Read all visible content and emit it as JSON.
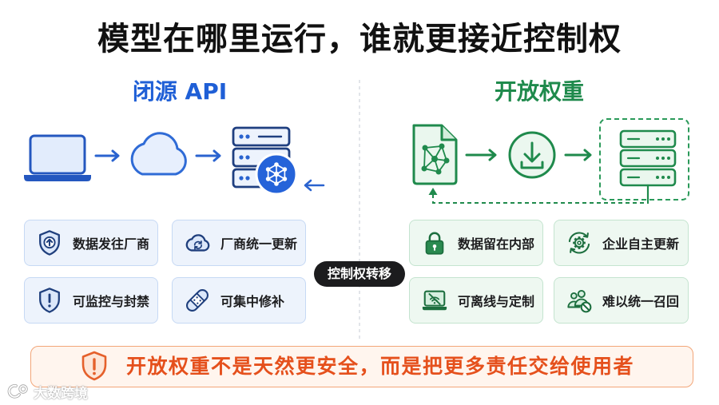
{
  "title": "模型在哪里运行，谁就更接近控制权",
  "left": {
    "heading": "闭源 API",
    "flow_icons": [
      "laptop-icon",
      "arrow-right-icon",
      "cloud-icon",
      "arrow-right-icon",
      "server-icon",
      "network-model-icon",
      "arrow-left-icon"
    ],
    "cards": [
      {
        "icon": "shield-up-arrow-icon",
        "label": "数据发往厂商"
      },
      {
        "icon": "cloud-sync-icon",
        "label": "厂商统一更新"
      },
      {
        "icon": "shield-alert-icon",
        "label": "可监控与封禁"
      },
      {
        "icon": "bandage-icon",
        "label": "可集中修补"
      }
    ]
  },
  "right": {
    "heading": "开放权重",
    "flow_icons": [
      "model-file-icon",
      "arrow-right-icon",
      "download-icon",
      "arrow-right-icon",
      "server-icon",
      "loop-back-arrow-icon"
    ],
    "cards": [
      {
        "icon": "lock-icon",
        "label": "数据留在内部"
      },
      {
        "icon": "gear-refresh-icon",
        "label": "企业自主更新"
      },
      {
        "icon": "laptop-offline-icon",
        "label": "可离线与定制"
      },
      {
        "icon": "people-blocked-icon",
        "label": "难以统一召回"
      }
    ]
  },
  "center_badge": "控制权转移",
  "banner": {
    "icon": "warning-shield-icon",
    "text": "开放权重不是天然更安全，而是把更多责任交给使用者"
  },
  "watermark": "大数跨境",
  "colors": {
    "blue": "#1f5fd6",
    "green": "#1f8a4c",
    "orange": "#e5501c",
    "badge": "#1c1c1e",
    "navy": "#1f3f7d"
  }
}
